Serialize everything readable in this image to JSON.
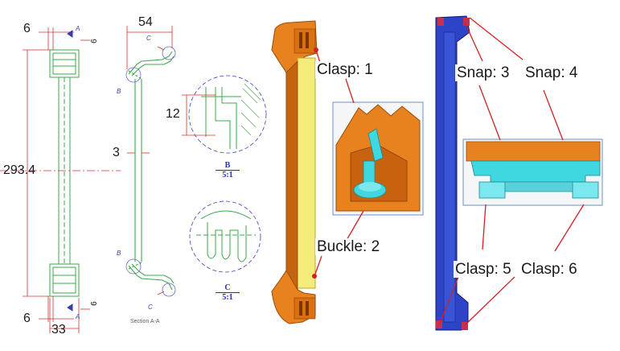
{
  "drawing": {
    "dims": {
      "top_width": "6",
      "flange": "54",
      "height": "293.4",
      "thickness": "3",
      "detail_b_height": "12",
      "bottom_width": "6",
      "bottom_span": "33",
      "nine_top": "9",
      "nine_bottom": "9"
    },
    "markers": {
      "a_top": "A",
      "a_bottom": "A",
      "b_top": "B",
      "b_bottom": "B",
      "c_top": "C",
      "c_bottom": "C"
    },
    "detail_b": {
      "letter": "B",
      "scale": "5:1"
    },
    "detail_c": {
      "letter": "C",
      "scale": "5:1"
    },
    "section_caption": "Section A-A"
  },
  "callouts": {
    "clasp1": "Clasp: 1",
    "buckle2": "Buckle: 2",
    "snap3": "Snap: 3",
    "snap4": "Snap: 4",
    "clasp5": "Clasp: 5",
    "clasp6": "Clasp: 6"
  },
  "colors": {
    "green_line": "#3aa84a",
    "orange_part": "#e8821e",
    "yellow_face": "#f4ec7a",
    "blue_part": "#2e44c8",
    "cyan_snap": "#3fd8e0",
    "leader_red": "#d42020",
    "dim_red": "#d43030",
    "detail_blue": "#4040c0",
    "frame_blue": "#6a8fc8"
  }
}
